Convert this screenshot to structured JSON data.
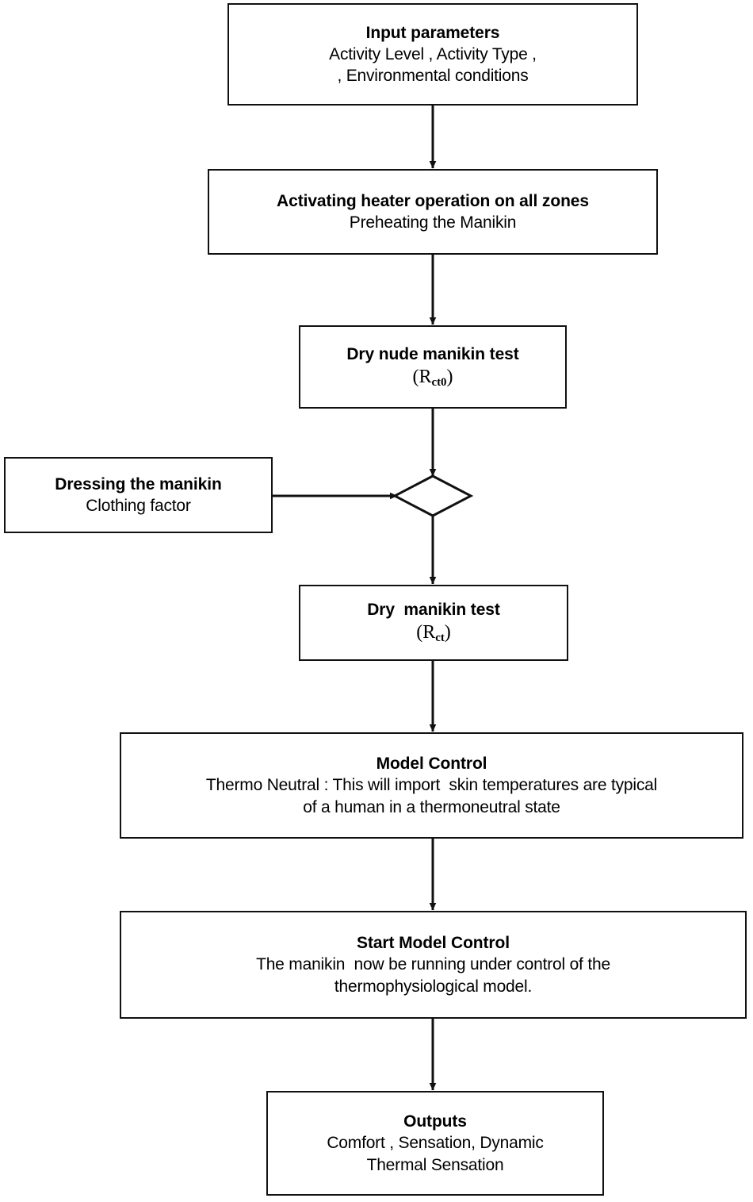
{
  "diagram": {
    "type": "flowchart",
    "title": "Thermal manikin test procedure flowchart",
    "background_color": "#ffffff",
    "stroke_color": "#111111",
    "text_color": "#000000"
  },
  "nodes": {
    "input": {
      "shape": "rectangle",
      "title": "Input parameters",
      "line2": "Activity Level , Activity Type ,",
      "line3": ", Environmental conditions"
    },
    "preheat": {
      "shape": "rectangle",
      "title": "Activating heater operation on all zones",
      "line2": "Preheating the Manikin"
    },
    "dry_nude": {
      "shape": "rectangle",
      "title": "Dry nude manikin test",
      "formula_open": "(R",
      "formula_sub": "ct0",
      "formula_close": ")"
    },
    "dressing": {
      "shape": "rectangle",
      "title": "Dressing the manikin",
      "line2": "Clothing factor"
    },
    "decision": {
      "shape": "diamond",
      "label": ""
    },
    "dry": {
      "shape": "rectangle",
      "title": "Dry  manikin test",
      "formula_open": "(R",
      "formula_sub": "ct",
      "formula_close": ")"
    },
    "model_control": {
      "shape": "rectangle",
      "title": "Model Control",
      "line2": "Thermo Neutral : This will import  skin temperatures are typical",
      "line3": "of a human in a thermoneutral state"
    },
    "start_model": {
      "shape": "rectangle",
      "title": "Start Model Control",
      "line2": "The manikin  now be running under control of the",
      "line3": "thermophysiological model."
    },
    "outputs": {
      "shape": "rectangle",
      "title": "Outputs",
      "line2": "Comfort , Sensation, Dynamic",
      "line3": "Thermal Sensation"
    }
  },
  "connectors": [
    {
      "name": "input-to-preheat",
      "from": "input",
      "to": "preheat",
      "direction": "down"
    },
    {
      "name": "preheat-to-drynude",
      "from": "preheat",
      "to": "dry_nude",
      "direction": "down"
    },
    {
      "name": "drynude-to-decision",
      "from": "dry_nude",
      "to": "decision",
      "direction": "down"
    },
    {
      "name": "dressing-to-decision",
      "from": "dressing",
      "to": "decision",
      "direction": "right"
    },
    {
      "name": "decision-to-dry",
      "from": "decision",
      "to": "dry",
      "direction": "down"
    },
    {
      "name": "dry-to-modelcontrol",
      "from": "dry",
      "to": "model_control",
      "direction": "down"
    },
    {
      "name": "modelcontrol-to-start",
      "from": "model_control",
      "to": "start_model",
      "direction": "down"
    },
    {
      "name": "start-to-outputs",
      "from": "start_model",
      "to": "outputs",
      "direction": "down"
    }
  ]
}
